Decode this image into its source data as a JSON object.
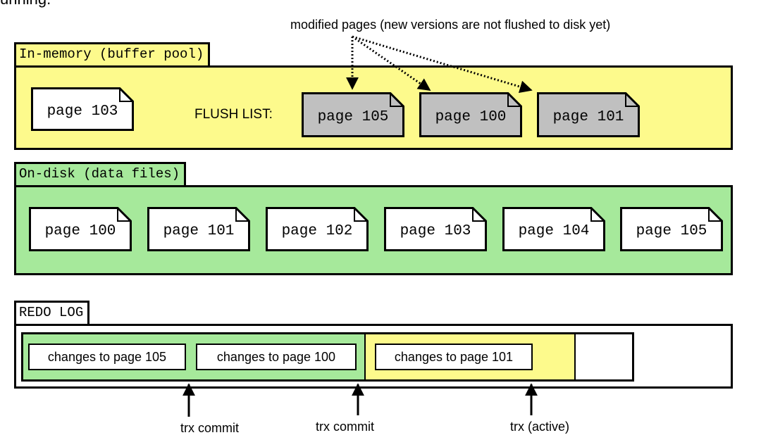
{
  "header_cut_text": "unning.",
  "buffer_pool": {
    "tab_label": "In-memory (buffer pool)",
    "clean_page": "page 103",
    "flush_list_label": "FLUSH LIST:",
    "flush_pages": [
      "page 105",
      "page 100",
      "page 101"
    ],
    "annotation": "modified pages (new versions are not flushed to disk yet)"
  },
  "data_files": {
    "tab_label": "On-disk (data files)",
    "pages": [
      "page 100",
      "page 101",
      "page 102",
      "page 103",
      "page 104",
      "page 105"
    ]
  },
  "redo_log": {
    "tab_label": "REDO LOG",
    "entries": [
      "changes to page 105",
      "changes to page 100",
      "changes to page 101"
    ],
    "markers": [
      "trx commit",
      "trx commit",
      "trx (active)"
    ]
  },
  "colors": {
    "buffer_pool_fill": "#fdfa8c",
    "data_files_fill": "#a6e99b",
    "dirty_page_fill": "#c0c0c0",
    "clean_page_fill": "#ffffff",
    "committed_fill": "#a6e99b",
    "active_fill": "#fdfa8c"
  }
}
